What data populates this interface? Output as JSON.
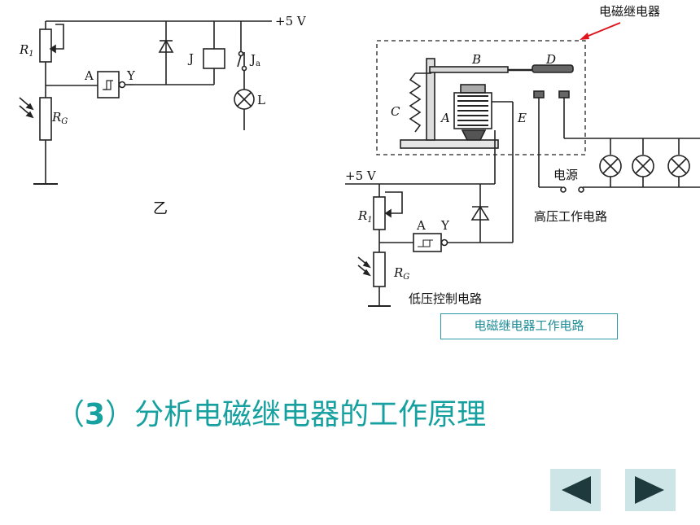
{
  "circuit_yi": {
    "supply": "+5 V",
    "r1_main": "R",
    "r1_sub": "1",
    "rg_main": "R",
    "rg_sub": "G",
    "gate_in": "A",
    "gate_out": "Y",
    "relay": "J",
    "contact_main": "J",
    "contact_sub": "a",
    "lamp": "L",
    "caption": "乙"
  },
  "relay_figure": {
    "callout": "电磁继电器",
    "label_b": "B",
    "label_d": "D",
    "label_c": "C",
    "label_a": "A",
    "label_e": "E",
    "power_source": "电源",
    "high_voltage": "高压工作电路",
    "low_voltage": "低压控制电路",
    "supply": "+5 V",
    "r1_main": "R",
    "r1_sub": "1",
    "rg_main": "R",
    "rg_sub": "G",
    "gate_in": "A",
    "gate_out": "Y",
    "caption_box": "电磁继电器工作电路"
  },
  "heading": {
    "open": "（",
    "number": "3",
    "close": "）",
    "text": "分析电磁继电器的工作原理"
  },
  "nav": {
    "prev": "previous",
    "next": "next"
  },
  "colors": {
    "accent": "#17a0a0",
    "arrow": "#e0141c",
    "button": "#cde5e6",
    "button_arrow": "#1e3a3c"
  }
}
